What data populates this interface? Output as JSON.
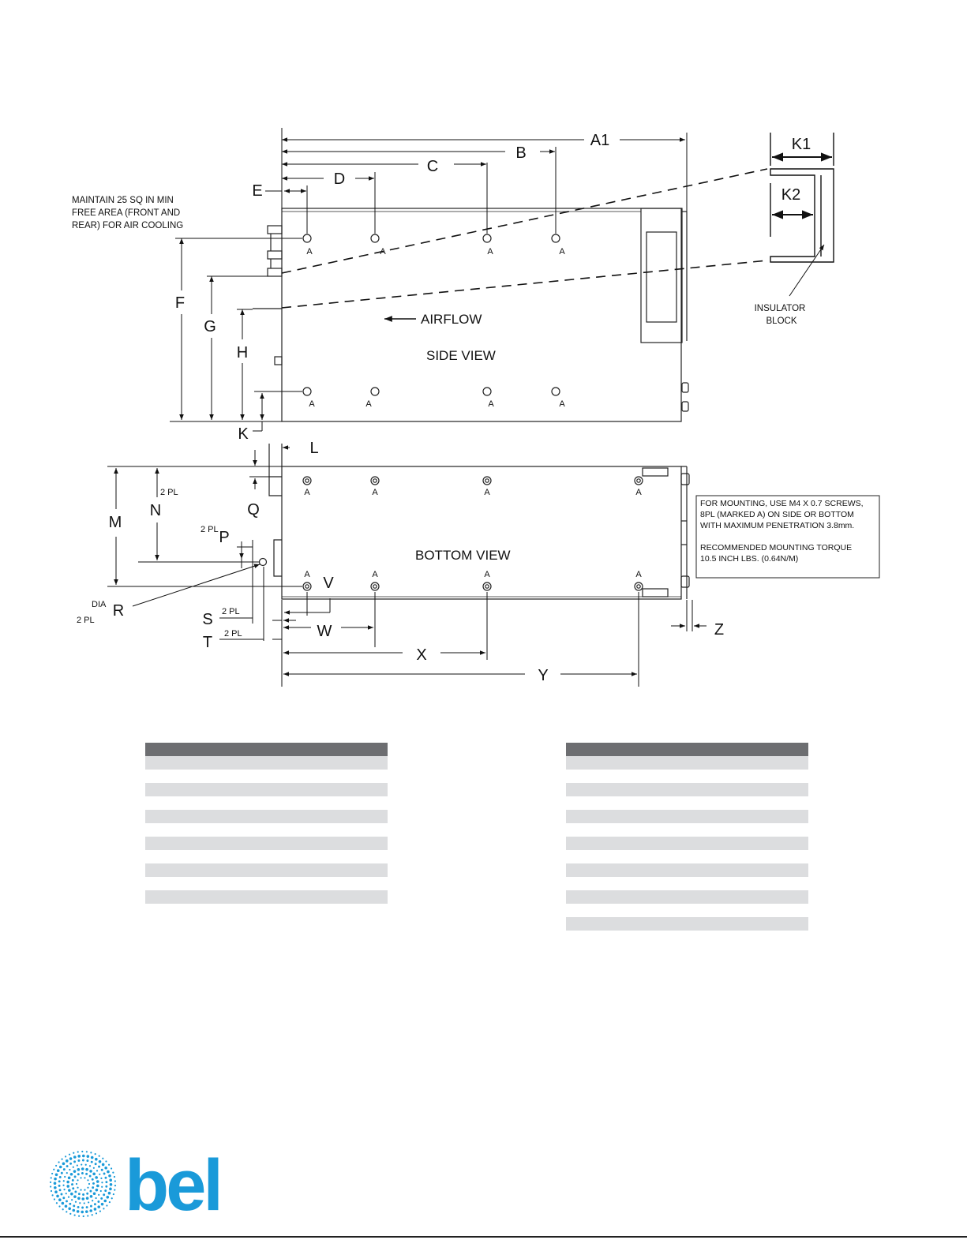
{
  "notes": {
    "airflow_area": [
      "MAINTAIN 25 SQ IN MIN",
      "FREE AREA (FRONT AND",
      "REAR) FOR AIR COOLING"
    ],
    "mounting": [
      "FOR MOUNTING, USE M4 X 0.7 SCREWS,",
      "8PL (MARKED A) ON SIDE OR BOTTOM",
      "WITH MAXIMUM PENETRATION  3.8mm.",
      "",
      "RECOMMENDED MOUNTING TORQUE",
      "10.5 INCH LBS. (0.64N/M)"
    ],
    "insulator": [
      "INSULATOR",
      "BLOCK"
    ]
  },
  "views": {
    "side": "SIDE VIEW",
    "bottom": "BOTTOM VIEW",
    "airflow": "AIRFLOW"
  },
  "dims": {
    "A1": "A1",
    "B": "B",
    "C": "C",
    "D": "D",
    "E": "E",
    "F": "F",
    "G": "G",
    "H": "H",
    "K": "K",
    "K1": "K1",
    "K2": "K2",
    "L": "L",
    "M": "M",
    "N": "N",
    "P": "P",
    "Q": "Q",
    "R": "R",
    "S": "S",
    "T": "T",
    "V": "V",
    "W": "W",
    "X": "X",
    "Y": "Y",
    "Z": "Z"
  },
  "hole_label": "A",
  "small_labels": {
    "two_pl": "2 PL",
    "dia": "DIA"
  },
  "tables": {
    "left_rows": 12,
    "right_rows": 14
  },
  "logo": {
    "text": "bel",
    "color": "#1a9ad9"
  }
}
